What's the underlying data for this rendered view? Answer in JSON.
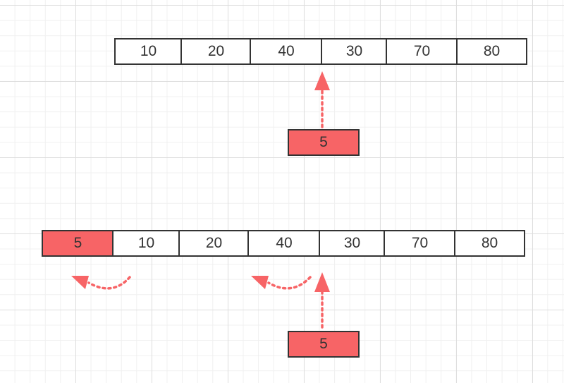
{
  "top_row": [
    "10",
    "20",
    "40",
    "30",
    "70",
    "80"
  ],
  "top_insert": "5",
  "bottom_row": [
    "5",
    "10",
    "20",
    "40",
    "30",
    "70",
    "80"
  ],
  "bottom_insert": "5",
  "colors": {
    "highlight": "#f76466",
    "arrow": "#f76466",
    "border": "#333333"
  }
}
